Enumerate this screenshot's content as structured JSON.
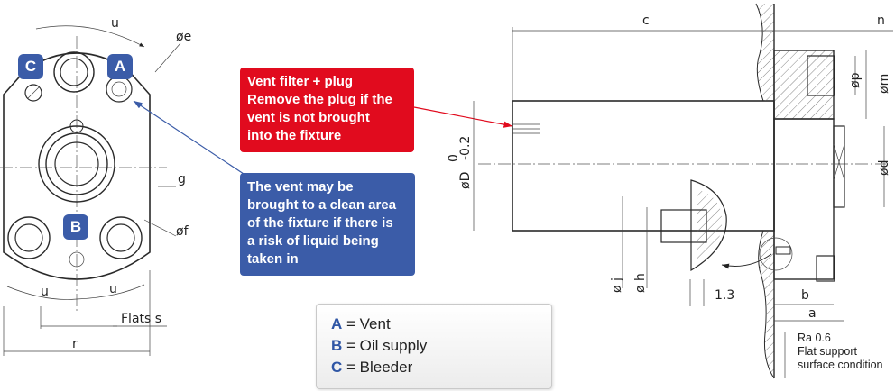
{
  "dimensions": {
    "u_top": "u",
    "u_bottom_left": "u",
    "u_bottom_right": "u",
    "e": "øe",
    "g": "g",
    "f": "øf",
    "flats": "Flats s",
    "r": "r",
    "c": "c",
    "n": "n",
    "p": "øp",
    "m": "øm",
    "d": "ød",
    "D": "øD",
    "D_tol_upper": "0",
    "D_tol_lower": "-0.2",
    "j": "ø j",
    "h": "ø h",
    "chamfer": "1.3",
    "b": "b",
    "a": "a"
  },
  "markers": {
    "vent": "A",
    "oil": "B",
    "bleeder": "C"
  },
  "callouts": {
    "vent_filter": [
      "Vent filter + plug",
      "Remove the plug if the",
      "vent is not brought",
      "into the fixture"
    ],
    "vent_clean": [
      "The vent may be",
      "brought to a clean area",
      "of the fixture if there is",
      "a risk of liquid being",
      "taken in"
    ]
  },
  "legend": [
    {
      "key": "A",
      "text": " = Vent"
    },
    {
      "key": "B",
      "text": " = Oil supply"
    },
    {
      "key": "C",
      "text": " = Bleeder"
    }
  ],
  "surface_note": [
    "Ra 0.6",
    "Flat support",
    "surface condition"
  ],
  "colors": {
    "red_callout": "#e10b1e",
    "blue_callout": "#3b5ca8",
    "marker": "#3b5ca8"
  }
}
